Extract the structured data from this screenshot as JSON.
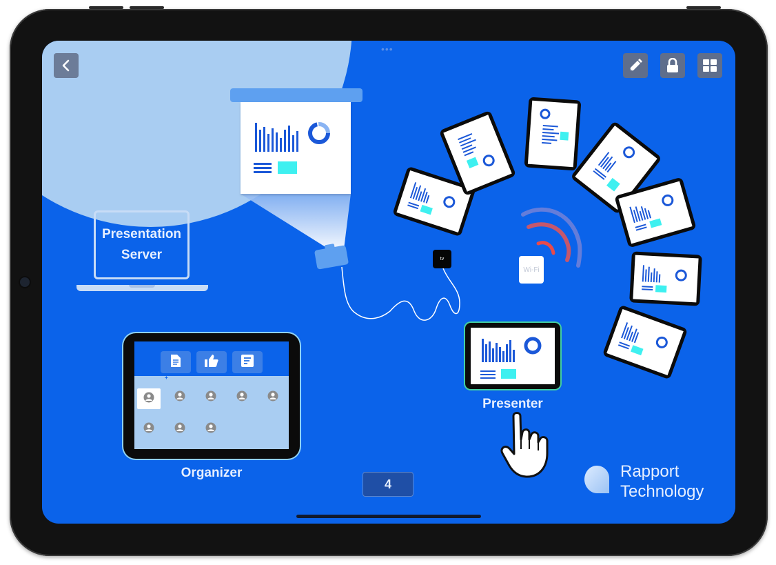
{
  "colors": {
    "screen_bg": "#0b63ea",
    "light_circle": "#a9cdf2",
    "toolbar_button": "#5f6e8c",
    "accent_cyan": "#3ef0f0",
    "accent_red": "#e74a4a",
    "presenter_border": "#44d0a2"
  },
  "toolbar": {
    "back_icon": "chevron-left-icon",
    "edit_icon": "pencil-icon",
    "lock_icon": "lock-icon",
    "layout_icon": "grid-icon"
  },
  "scene": {
    "server_label_line1": "Presentation",
    "server_label_line2": "Server",
    "appletv_label": "tv",
    "wifi_label": "Wi-Fi",
    "organizer_label": "Organizer",
    "organizer_tabs": [
      "document-icon",
      "thumbs-up-icon",
      "notes-icon"
    ],
    "organizer_plus": "+",
    "presenter_label": "Presenter"
  },
  "footer": {
    "page_number": "4"
  },
  "brand": {
    "line1": "Rapport",
    "line2": "Technology"
  }
}
